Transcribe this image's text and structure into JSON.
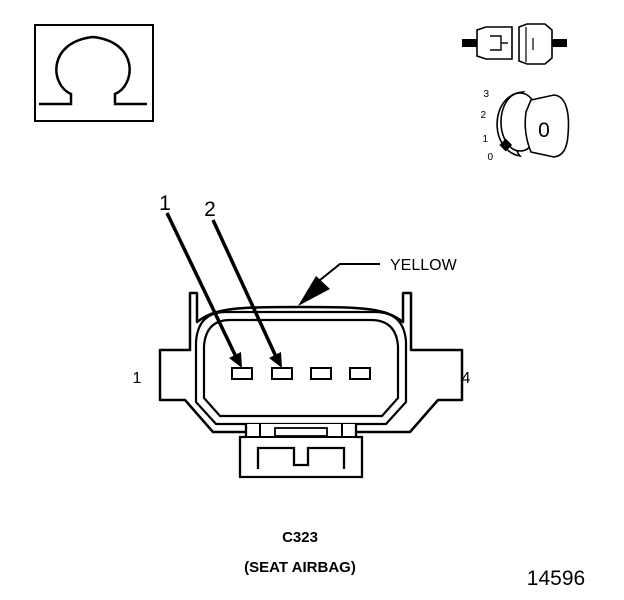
{
  "connector": {
    "id": "C323",
    "name": "(SEAT AIRBAG)",
    "color_label": "YELLOW",
    "pin_callouts": [
      "1",
      "2"
    ],
    "end_labels": {
      "left": "1",
      "right": "4"
    }
  },
  "ignition_switch": {
    "positions": [
      "3",
      "2",
      "1",
      "0"
    ],
    "key_label": "0"
  },
  "meter_symbol": {
    "symbol": "ohm-icon"
  },
  "figure_number": "14596"
}
